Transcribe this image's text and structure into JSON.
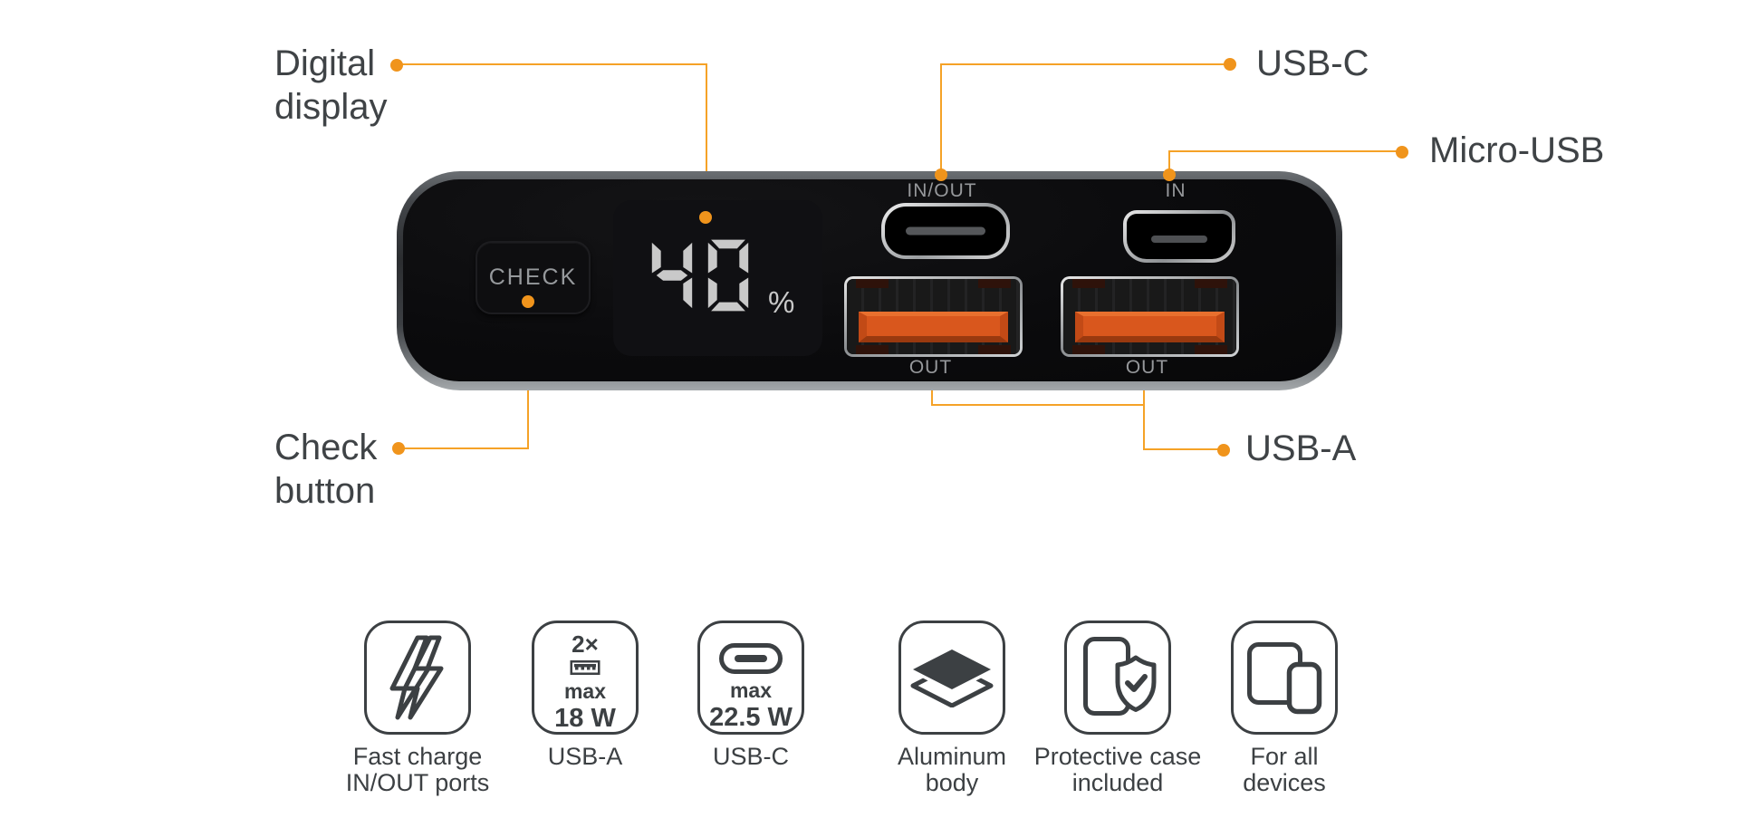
{
  "colors": {
    "accent_orange": "#F5A227",
    "dot_orange": "#F0941C",
    "label_text": "#3F4346",
    "device_body": "#0B0B0D",
    "usb_tongue_orange": "#D9571D",
    "segment_gray": "#C9C9C9"
  },
  "callouts": {
    "digital_display": {
      "lines": [
        "Digital",
        "display"
      ]
    },
    "usb_c": {
      "line": "USB-C"
    },
    "micro_usb": {
      "line": "Micro-USB"
    },
    "check_button": {
      "lines": [
        "Check",
        "button"
      ]
    },
    "usb_a": {
      "line": "USB-A"
    }
  },
  "device": {
    "check_button_label": "CHECK",
    "display": {
      "percent": "40",
      "unit": "%"
    },
    "usb_c_port_label": "IN/OUT",
    "micro_usb_port_label": "IN",
    "usb_a_port1_label": "OUT",
    "usb_a_port2_label": "OUT"
  },
  "features": [
    {
      "name": "fast-charge",
      "label_lines": [
        "Fast charge",
        "IN/OUT ports"
      ]
    },
    {
      "name": "usb-a",
      "badge": "2×",
      "max": "max",
      "value": "18 W",
      "label_lines": [
        "USB-A"
      ]
    },
    {
      "name": "usb-c",
      "max": "max",
      "value": "22.5 W",
      "label_lines": [
        "USB-C"
      ]
    },
    {
      "name": "aluminum-body",
      "label_lines": [
        "Aluminum",
        "body"
      ]
    },
    {
      "name": "protective-case",
      "label_lines": [
        "Protective case",
        "included"
      ]
    },
    {
      "name": "for-all-devices",
      "label_lines": [
        "For all",
        "devices"
      ]
    }
  ]
}
